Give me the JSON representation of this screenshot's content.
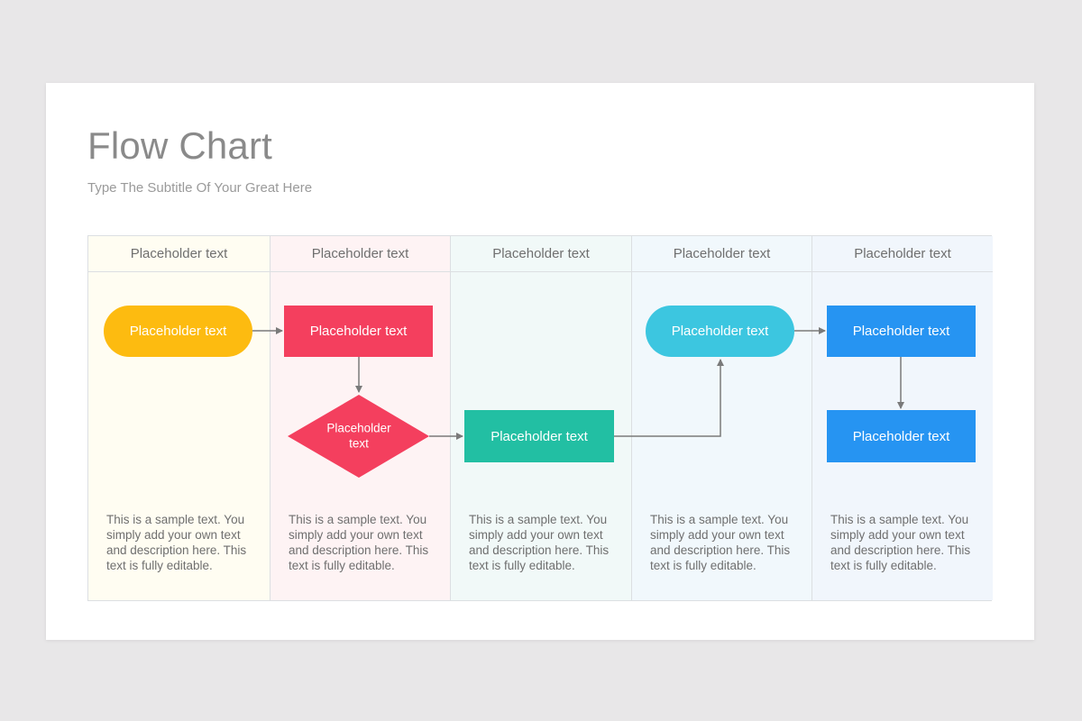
{
  "slide": {
    "title": "Flow Chart",
    "subtitle": "Type The Subtitle Of Your Great Here"
  },
  "lanes": [
    {
      "header": "Placeholder text",
      "bg": "#fffdf2",
      "description": "This is a sample text. You simply add your own text and description here. This text is fully editable."
    },
    {
      "header": "Placeholder text",
      "bg": "#fef3f4",
      "description": "This is a sample text. You simply add your own text and description here. This text is fully editable."
    },
    {
      "header": "Placeholder text",
      "bg": "#f1f9f8",
      "description": "This is a sample text. You simply add your own text and description here. This text is fully editable."
    },
    {
      "header": "Placeholder text",
      "bg": "#f1f8fc",
      "description": "This is a sample text. You simply add your own text and description here. This text is fully editable."
    },
    {
      "header": "Placeholder text",
      "bg": "#f1f6fc",
      "description": "This is a sample text. You simply add your own text and description here. This text is fully editable."
    }
  ],
  "nodes": {
    "start": {
      "label": "Placeholder text",
      "shape": "terminal",
      "color": "#fdbb10"
    },
    "process_1": {
      "label": "Placeholder text",
      "shape": "process",
      "color": "#f43f5e"
    },
    "decision": {
      "label_line_1": "Placeholder",
      "label_line_2": "text",
      "shape": "decision",
      "color": "#f43f5e"
    },
    "process_2": {
      "label": "Placeholder text",
      "shape": "process",
      "color": "#22bfa3"
    },
    "terminal_2": {
      "label": "Placeholder text",
      "shape": "terminal",
      "color": "#3cc6e0"
    },
    "process_3": {
      "label": "Placeholder text",
      "shape": "process",
      "color": "#2694f2"
    },
    "process_4": {
      "label": "Placeholder text",
      "shape": "process",
      "color": "#2694f2"
    }
  },
  "connectors": [
    {
      "from": "start",
      "to": "process_1"
    },
    {
      "from": "process_1",
      "to": "decision"
    },
    {
      "from": "decision",
      "to": "process_2"
    },
    {
      "from": "process_2",
      "to": "terminal_2"
    },
    {
      "from": "terminal_2",
      "to": "process_3"
    },
    {
      "from": "process_3",
      "to": "process_4"
    }
  ],
  "colors": {
    "connector": "#7a7a7a",
    "title": "#8a8a8a",
    "grid": "#dcdfe2"
  }
}
